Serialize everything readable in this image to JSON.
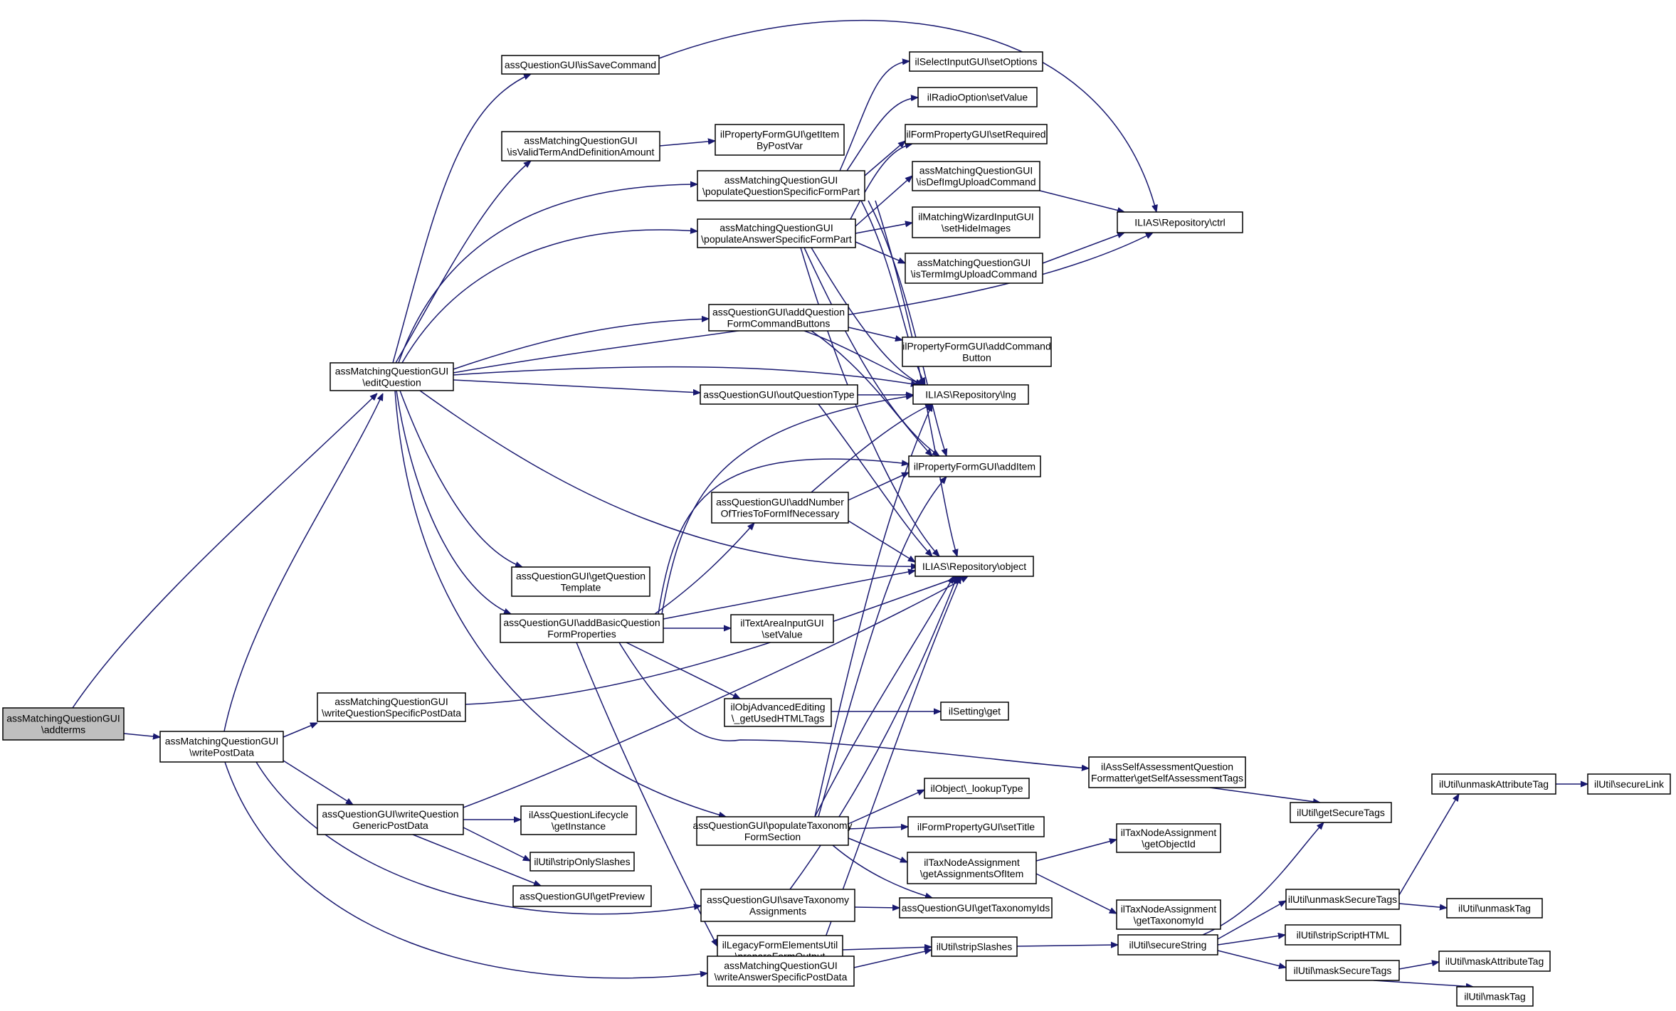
{
  "nodes": [
    {
      "id": "addterms",
      "lines": [
        "assMatchingQuestionGUI",
        "\\addterms"
      ]
    },
    {
      "id": "writePostData",
      "lines": [
        "assMatchingQuestionGUI",
        "\\writePostData"
      ]
    },
    {
      "id": "editQuestion",
      "lines": [
        "assMatchingQuestionGUI",
        "\\editQuestion"
      ]
    },
    {
      "id": "isSaveCommand",
      "lines": [
        "assQuestionGUI\\isSaveCommand"
      ]
    },
    {
      "id": "isValidTerm",
      "lines": [
        "assMatchingQuestionGUI",
        "\\isValidTermAndDefinitionAmount"
      ]
    },
    {
      "id": "getItemByPostVar",
      "lines": [
        "ilPropertyFormGUI\\getItem",
        "ByPostVar"
      ]
    },
    {
      "id": "populateQSFP",
      "lines": [
        "assMatchingQuestionGUI",
        "\\populateQuestionSpecificFormPart"
      ]
    },
    {
      "id": "populateASFP",
      "lines": [
        "assMatchingQuestionGUI",
        "\\populateAnswerSpecificFormPart"
      ]
    },
    {
      "id": "setOptions",
      "lines": [
        "ilSelectInputGUI\\setOptions"
      ]
    },
    {
      "id": "radioSetValue",
      "lines": [
        "ilRadioOption\\setValue"
      ]
    },
    {
      "id": "setRequired",
      "lines": [
        "ilFormPropertyGUI\\setRequired"
      ]
    },
    {
      "id": "isDefImg",
      "lines": [
        "assMatchingQuestionGUI",
        "\\isDefImgUploadCommand"
      ]
    },
    {
      "id": "setHideImages",
      "lines": [
        "ilMatchingWizardInputGUI",
        "\\setHideImages"
      ]
    },
    {
      "id": "isTermImg",
      "lines": [
        "assMatchingQuestionGUI",
        "\\isTermImgUploadCommand"
      ]
    },
    {
      "id": "ctrl",
      "lines": [
        "ILIAS\\Repository\\ctrl"
      ]
    },
    {
      "id": "addQFCB",
      "lines": [
        "assQuestionGUI\\addQuestion",
        "FormCommandButtons"
      ]
    },
    {
      "id": "addCommandButton",
      "lines": [
        "ilPropertyFormGUI\\addCommand",
        "Button"
      ]
    },
    {
      "id": "outQuestionType",
      "lines": [
        "assQuestionGUI\\outQuestionType"
      ]
    },
    {
      "id": "lng",
      "lines": [
        "ILIAS\\Repository\\lng"
      ]
    },
    {
      "id": "addItem",
      "lines": [
        "ilPropertyFormGUI\\addItem"
      ]
    },
    {
      "id": "addNumberOfTries",
      "lines": [
        "assQuestionGUI\\addNumber",
        "OfTriesToFormIfNecessary"
      ]
    },
    {
      "id": "object",
      "lines": [
        "ILIAS\\Repository\\object"
      ]
    },
    {
      "id": "getQuestionTemplate",
      "lines": [
        "assQuestionGUI\\getQuestion",
        "Template"
      ]
    },
    {
      "id": "addBasicQFP",
      "lines": [
        "assQuestionGUI\\addBasicQuestion",
        "FormProperties"
      ]
    },
    {
      "id": "textAreaSetValue",
      "lines": [
        "ilTextAreaInputGUI",
        "\\setValue"
      ]
    },
    {
      "id": "writeQSPD",
      "lines": [
        "assMatchingQuestionGUI",
        "\\writeQuestionSpecificPostData"
      ]
    },
    {
      "id": "getUsedHTMLTags",
      "lines": [
        "ilObjAdvancedEditing",
        "\\_getUsedHTMLTags"
      ]
    },
    {
      "id": "settingGet",
      "lines": [
        "ilSetting\\get"
      ]
    },
    {
      "id": "getSelfAssessmentTags",
      "lines": [
        "ilAssSelfAssessmentQuestion",
        "Formatter\\getSelfAssessmentTags"
      ]
    },
    {
      "id": "lookupType",
      "lines": [
        "ilObject\\_lookupType"
      ]
    },
    {
      "id": "writeQGPD",
      "lines": [
        "assQuestionGUI\\writeQuestion",
        "GenericPostData"
      ]
    },
    {
      "id": "lifecycleGetInstance",
      "lines": [
        "ilAssQuestionLifecycle",
        "\\getInstance"
      ]
    },
    {
      "id": "populateTFS",
      "lines": [
        "assQuestionGUI\\populateTaxonomy",
        "FormSection"
      ]
    },
    {
      "id": "setTitle",
      "lines": [
        "ilFormPropertyGUI\\setTitle"
      ]
    },
    {
      "id": "getSecureTags",
      "lines": [
        "ilUtil\\getSecureTags"
      ]
    },
    {
      "id": "getObjectId",
      "lines": [
        "ilTaxNodeAssignment",
        "\\getObjectId"
      ]
    },
    {
      "id": "stripOnlySlashes",
      "lines": [
        "ilUtil\\stripOnlySlashes"
      ]
    },
    {
      "id": "getAssignmentsOfItem",
      "lines": [
        "ilTaxNodeAssignment",
        "\\getAssignmentsOfItem"
      ]
    },
    {
      "id": "unmaskAttributeTag",
      "lines": [
        "ilUtil\\unmaskAttributeTag"
      ]
    },
    {
      "id": "secureLink",
      "lines": [
        "ilUtil\\secureLink"
      ]
    },
    {
      "id": "getPreview",
      "lines": [
        "assQuestionGUI\\getPreview"
      ]
    },
    {
      "id": "saveTaxAssign",
      "lines": [
        "assQuestionGUI\\saveTaxonomy",
        "Assignments"
      ]
    },
    {
      "id": "getTaxonomyId",
      "lines": [
        "ilTaxNodeAssignment",
        "\\getTaxonomyId"
      ]
    },
    {
      "id": "unmaskSecureTags",
      "lines": [
        "ilUtil\\unmaskSecureTags"
      ]
    },
    {
      "id": "unmaskTag",
      "lines": [
        "ilUtil\\unmaskTag"
      ]
    },
    {
      "id": "getTaxonomyIds",
      "lines": [
        "assQuestionGUI\\getTaxonomyIds"
      ]
    },
    {
      "id": "prepareFormOutput",
      "lines": [
        "ilLegacyFormElementsUtil",
        "\\prepareFormOutput"
      ]
    },
    {
      "id": "stripScriptHTML",
      "lines": [
        "ilUtil\\stripScriptHTML"
      ]
    },
    {
      "id": "stripSlashes",
      "lines": [
        "ilUtil\\stripSlashes"
      ]
    },
    {
      "id": "secureString",
      "lines": [
        "ilUtil\\secureString"
      ]
    },
    {
      "id": "maskAttributeTag",
      "lines": [
        "ilUtil\\maskAttributeTag"
      ]
    },
    {
      "id": "writeASPD",
      "lines": [
        "assMatchingQuestionGUI",
        "\\writeAnswerSpecificPostData"
      ]
    },
    {
      "id": "maskSecureTags",
      "lines": [
        "ilUtil\\maskSecureTags"
      ]
    },
    {
      "id": "maskTag",
      "lines": [
        "ilUtil\\maskTag"
      ]
    }
  ],
  "colors": {
    "edge": "#191970",
    "root_fill": "#bfbfbf",
    "node_fill": "#ffffff",
    "border": "#000000"
  }
}
